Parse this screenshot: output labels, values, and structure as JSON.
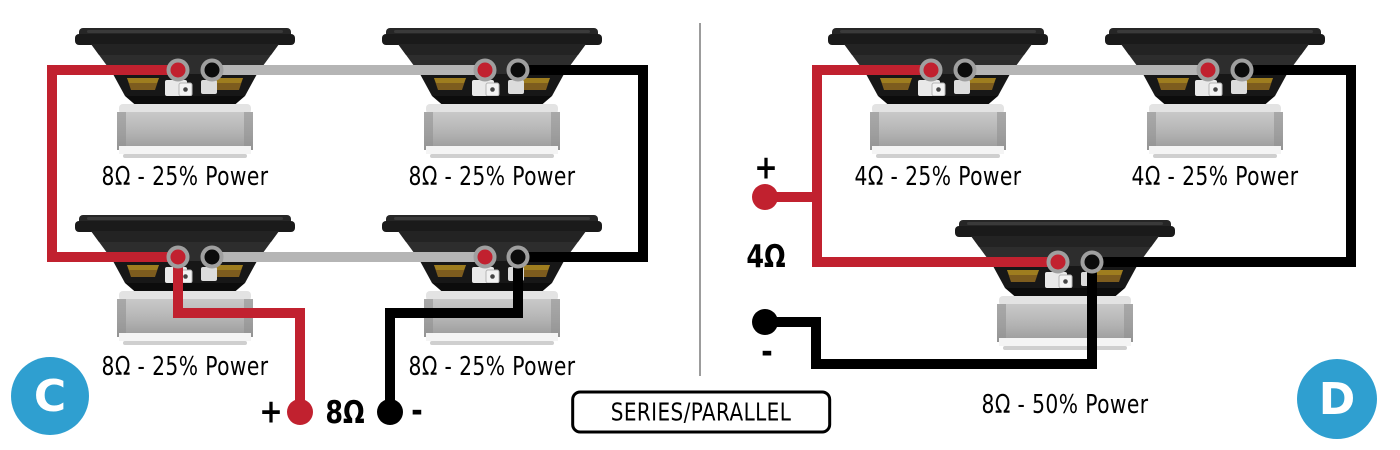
{
  "figure": {
    "caption": "SERIES/PARALLEL",
    "sections": {
      "c": {
        "badge": "C",
        "speakers": [
          {
            "label": "8Ω - 25% Power"
          },
          {
            "label": "8Ω - 25% Power"
          },
          {
            "label": "8Ω - 25% Power"
          },
          {
            "label": "8Ω - 25% Power"
          }
        ],
        "amp": {
          "plus": "+",
          "impedance": "8Ω",
          "minus": "-"
        }
      },
      "d": {
        "badge": "D",
        "speakers": [
          {
            "label": "4Ω - 25% Power"
          },
          {
            "label": "4Ω - 25% Power"
          },
          {
            "label": "8Ω - 50% Power"
          }
        ],
        "amp": {
          "plus": "+",
          "impedance": "4Ω",
          "minus": "-"
        }
      }
    },
    "colors": {
      "positive_wire": "#c1212f",
      "negative_wire": "#000000",
      "series_link_wire": "#b5b5b5",
      "badge": "#2f9fd0"
    }
  }
}
